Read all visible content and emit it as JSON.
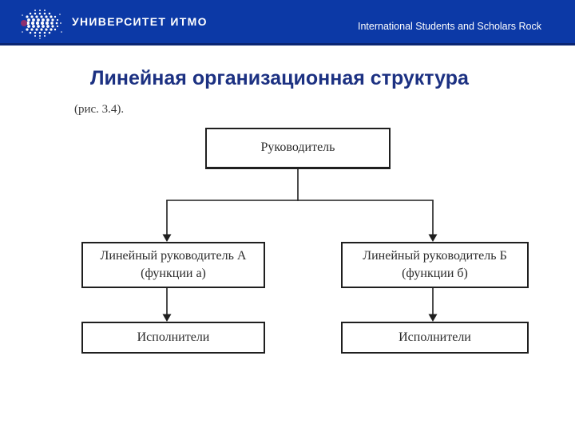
{
  "theme": {
    "slide_bg": "#ffffff",
    "header_bg": "#0c39a6",
    "header_border": "#0a2573",
    "header_text": "#ffffff",
    "title_color": "#1c3182",
    "logo_accent": "#8e2f6f",
    "line_color": "#1f1f1f",
    "box_text": "#2b2b2b"
  },
  "header": {
    "university": "УНИВЕРСИТЕТ ИТМО",
    "subtitle": "International Students and Scholars Rock",
    "logo_icon": "itmo-dot-globe"
  },
  "slide": {
    "title": "Линейная организационная структура",
    "caption": "(рис. 3.4)."
  },
  "diagram": {
    "type": "org-chart",
    "nodes": [
      {
        "id": "root",
        "label": "Руководитель"
      },
      {
        "id": "line-manager-a",
        "label": "Линейный руководитель А",
        "sublabel": "(функции а)"
      },
      {
        "id": "line-manager-b",
        "label": "Линейный руководитель Б",
        "sublabel": "(функции б)"
      },
      {
        "id": "executors-a",
        "label": "Исполнители"
      },
      {
        "id": "executors-b",
        "label": "Исполнители"
      }
    ],
    "edges": [
      {
        "from": "root",
        "to": "line-manager-a"
      },
      {
        "from": "root",
        "to": "line-manager-b"
      },
      {
        "from": "line-manager-a",
        "to": "executors-a"
      },
      {
        "from": "line-manager-b",
        "to": "executors-b"
      }
    ]
  }
}
